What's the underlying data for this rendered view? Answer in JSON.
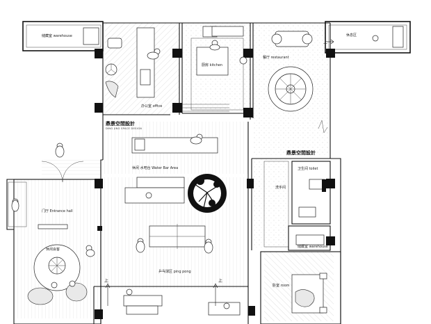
{
  "rooms": {
    "storage_top": "储藏室 warehouse",
    "office": "办公室 office",
    "kitchen": "厨房 kitchen",
    "restaurant": "餐厅 restaurant",
    "rest_area": "休息区",
    "bar": "休闲 水吧台 Water Bar Area",
    "entrance": "门厅 Entrance hall",
    "lounge": "休闲会客",
    "ping_pong": "乒乓球区 ping pong",
    "washroom": "洗手间",
    "toilet": "卫生间 toilet",
    "storage_bottom": "储藏室 warehouse",
    "bedroom": "卧室 room"
  },
  "brand": {
    "name": "鼎景空間設計",
    "subtitle": "DING JING SPACE DESIGN",
    "name_right": "鼎景空間設計"
  },
  "stairs": {
    "up": "上"
  },
  "colors": {
    "wall": "#111111",
    "tile_hatch": "#bbbbbb",
    "floor": "#ffffff"
  }
}
